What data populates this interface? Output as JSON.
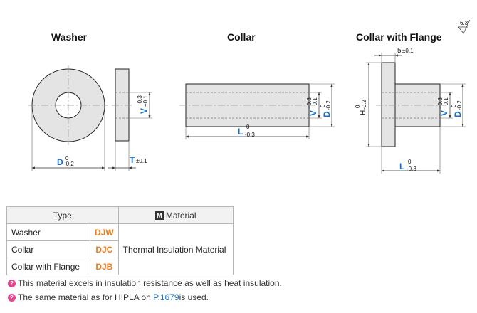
{
  "surface_roughness": "6.3",
  "views": {
    "washer": {
      "title": "Washer",
      "dims": {
        "D": "D",
        "D_upper": "0",
        "D_lower": "-0.2",
        "V": "V",
        "V_upper": "+0.3",
        "V_lower": "+0.1",
        "T": "T",
        "T_tol": "±0.1"
      }
    },
    "collar": {
      "title": "Collar",
      "dims": {
        "L": "L",
        "L_upper": "0",
        "L_lower": "-0.3",
        "V": "V",
        "V_upper": "+0.3",
        "V_lower": "+0.1",
        "D": "D",
        "D_upper": "0",
        "D_lower": "-0.2"
      }
    },
    "flange": {
      "title": "Collar with Flange",
      "dims": {
        "T5": "5",
        "T5_tol": "±0.1",
        "H": "H",
        "H_upper": "0",
        "H_lower": "-0.2",
        "L": "L",
        "L_upper": "0",
        "L_lower": "-0.3",
        "V": "V",
        "V_upper": "+0.3",
        "V_lower": "+0.1",
        "D": "D",
        "D_upper": "0",
        "D_lower": "-0.2"
      }
    }
  },
  "table": {
    "header_type": "Type",
    "header_material_icon": "M",
    "header_material": "Material",
    "rows": [
      {
        "name": "Washer",
        "code": "DJW"
      },
      {
        "name": "Collar",
        "code": "DJC"
      },
      {
        "name": "Collar with Flange",
        "code": "DJB"
      }
    ],
    "material_value": "Thermal Insulation Material"
  },
  "notes": {
    "note1": "This material excels in insulation resistance as well as heat insulation.",
    "note2_before": "The same material as for HIPLA on ",
    "note2_link": "P.1679",
    "note2_after": " is used."
  },
  "icons": {
    "note": "lightbulb-icon",
    "material": "material-icon"
  },
  "colors": {
    "dimension_label": "#1a6fc4",
    "type_code": "#e87d1e",
    "note_icon": "#e8458f"
  }
}
